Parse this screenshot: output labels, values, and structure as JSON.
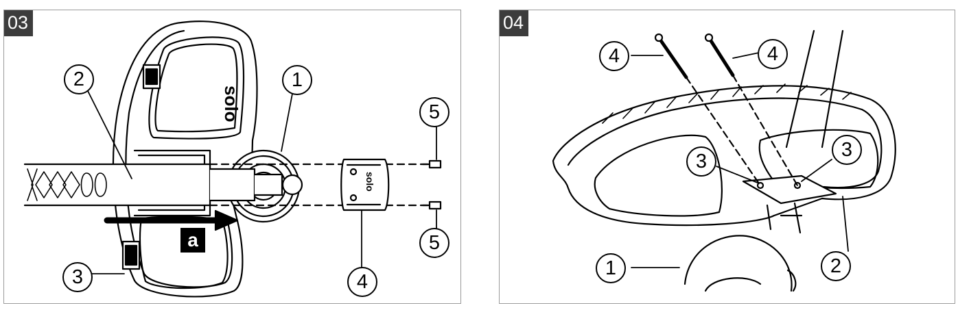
{
  "figure_03": {
    "tag": "03",
    "callouts": {
      "c1": "1",
      "c2": "2",
      "c3": "3",
      "c4": "4",
      "c5_top": "5",
      "c5_bottom": "5"
    },
    "direction_label": "a",
    "guard_brand": "solo",
    "cover_brand": "solo"
  },
  "figure_04": {
    "tag": "04",
    "callouts": {
      "c1": "1",
      "c2": "2",
      "c3_left": "3",
      "c3_right": "3",
      "c4_left": "4",
      "c4_right": "4"
    }
  }
}
